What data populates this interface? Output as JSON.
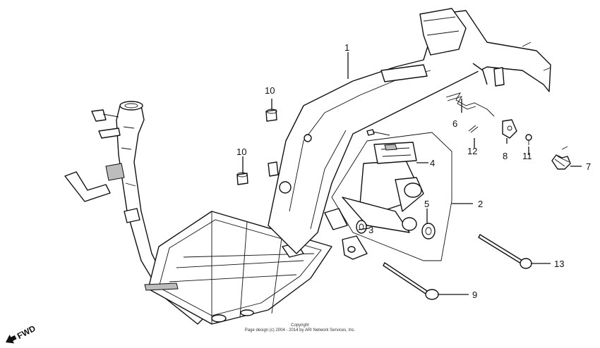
{
  "diagram": {
    "callouts": [
      {
        "id": "c1",
        "label": "1"
      },
      {
        "id": "c2",
        "label": "2"
      },
      {
        "id": "c3",
        "label": "3"
      },
      {
        "id": "c4",
        "label": "4"
      },
      {
        "id": "c5",
        "label": "5"
      },
      {
        "id": "c6",
        "label": "6"
      },
      {
        "id": "c7",
        "label": "7"
      },
      {
        "id": "c8",
        "label": "8"
      },
      {
        "id": "c9",
        "label": "9"
      },
      {
        "id": "c10a",
        "label": "10"
      },
      {
        "id": "c10b",
        "label": "10"
      },
      {
        "id": "c11",
        "label": "11"
      },
      {
        "id": "c12",
        "label": "12"
      },
      {
        "id": "c13",
        "label": "13"
      }
    ],
    "direction_label": "FWD",
    "copyright_line1": "Copyright",
    "copyright_line2": "Page design (c) 2004 - 2014 by ARI Network Services, Inc."
  }
}
